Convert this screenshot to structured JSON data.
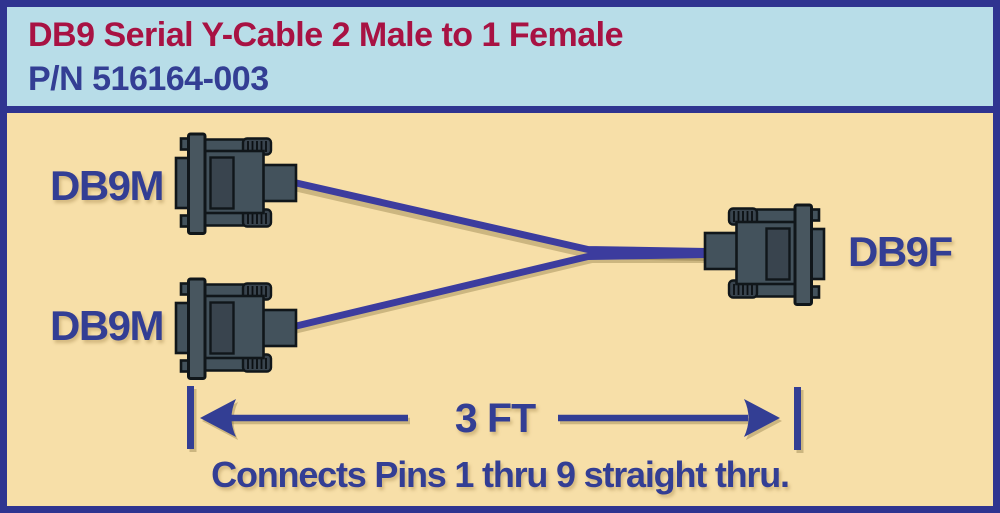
{
  "header": {
    "title": "DB9 Serial Y-Cable 2 Male to 1 Female",
    "part_number": "P/N 516164-003"
  },
  "diagram": {
    "connectors": [
      {
        "id": "top-male",
        "label": "DB9M",
        "type": "male"
      },
      {
        "id": "bottom-male",
        "label": "DB9M",
        "type": "male"
      },
      {
        "id": "female",
        "label": "DB9F",
        "type": "female"
      }
    ],
    "measurement": {
      "label": "3 FT"
    },
    "note": "Connects Pins 1 thru 9 straight thru."
  },
  "colors": {
    "navy": "#2f3490",
    "text-navy": "#333e94",
    "crimson": "#a81243",
    "header-blue": "#b8dde8",
    "tan": "#f7dfa8",
    "cable": "#3c3c9e",
    "slate": "#43525c"
  }
}
